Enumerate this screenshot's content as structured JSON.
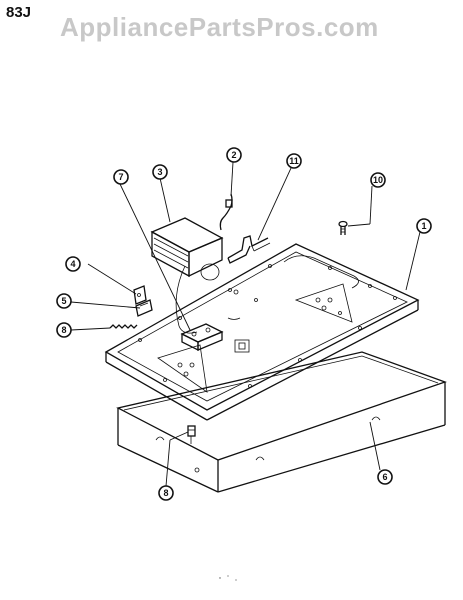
{
  "header": {
    "page_code": "83J",
    "watermark": "AppliancePartsPros.com"
  },
  "callouts": [
    {
      "id": "callout-1",
      "label": "1"
    },
    {
      "id": "callout-2",
      "label": "2"
    },
    {
      "id": "callout-3",
      "label": "3"
    },
    {
      "id": "callout-4",
      "label": "4"
    },
    {
      "id": "callout-5",
      "label": "5"
    },
    {
      "id": "callout-6",
      "label": "6"
    },
    {
      "id": "callout-7",
      "label": "7"
    },
    {
      "id": "callout-8a",
      "label": "8"
    },
    {
      "id": "callout-8b",
      "label": "8"
    },
    {
      "id": "callout-10",
      "label": "10"
    },
    {
      "id": "callout-11",
      "label": "11"
    }
  ],
  "colors": {
    "ink": "#111111",
    "watermark": "#c8c8c8",
    "background": "#ffffff"
  }
}
